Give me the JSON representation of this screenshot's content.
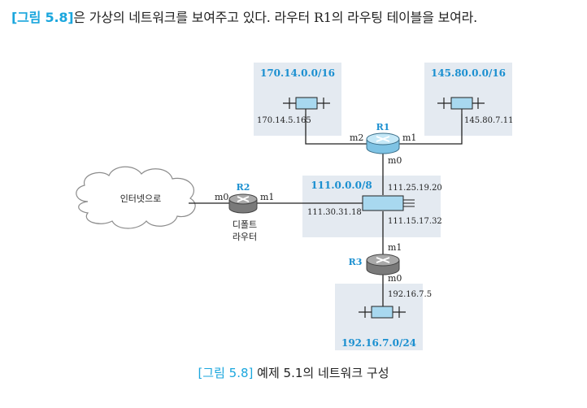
{
  "question": {
    "ref": "[그림 5.8]",
    "text": "은 가상의 네트워크를 보여주고 있다. 라우터 R1의 라우팅 테이블을 보여라."
  },
  "caption": {
    "ref": "[그림 5.8]",
    "text": " 예제 5.1의 네트워크 구성"
  },
  "networks": {
    "net1": "170.14.0.0/16",
    "net2": "145.80.0.0/16",
    "net3": "111.0.0.0/8",
    "net4": "192.16.7.0/24"
  },
  "routers": {
    "r1": "R1",
    "r2": "R2",
    "r3": "R3"
  },
  "addresses": {
    "r1_m2": "170.14.5.165",
    "r1_m1": "145.80.7.11",
    "r1_m0": "111.25.19.20",
    "r2_m1": "111.30.31.18",
    "r3_m1": "111.15.17.32",
    "r3_m0": "192.16.7.5"
  },
  "ports": {
    "r1_m2": "m2",
    "r1_m1": "m1",
    "r1_m0": "m0",
    "r2_m0": "m0",
    "r2_m1": "m1",
    "r3_m1": "m1",
    "r3_m0": "m0"
  },
  "labels": {
    "internet": "인터넷으로",
    "default_router_line1": "디폴트",
    "default_router_line2": "라우터"
  },
  "colors": {
    "accent": "#1aa6dd",
    "network_box": "#e4eaf1",
    "switch_fill": "#a8d8ef",
    "router_blue": "#9fd6ee",
    "router_gray": "#8c8c8c"
  }
}
